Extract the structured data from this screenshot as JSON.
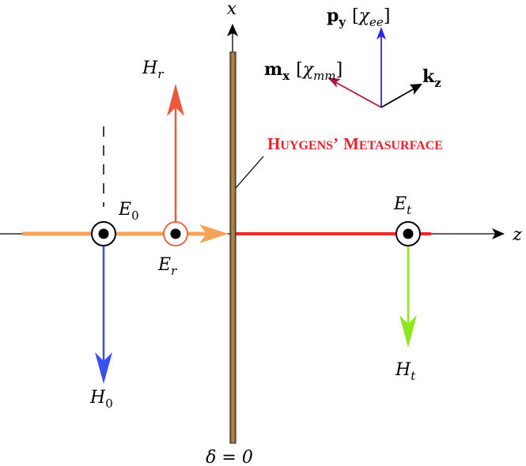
{
  "colors": {
    "incident_beam": "#f5a25a",
    "transmitted_beam": "#ee2b2b",
    "reflected_H": "#f0573a",
    "incident_H": "#3a4ff0",
    "transmitted_H": "#8be81e",
    "metasurface": "#9a7444",
    "metasurface_edge": "#3b2a14",
    "label_red": "#e8232a",
    "p_arrow": "#2a2ae8",
    "m_arrow": "#b01b3a",
    "k_arrow": "#000000"
  },
  "labels": {
    "x_axis": "x",
    "z_axis": "z",
    "Hr": {
      "main": "H",
      "sub": "r"
    },
    "E0": {
      "main": "E",
      "sub": "0"
    },
    "Er": {
      "main": "E",
      "sub": "r"
    },
    "H0": {
      "main": "H",
      "sub": "0"
    },
    "Et": {
      "main": "E",
      "sub": "t"
    },
    "Ht": {
      "main": "H",
      "sub": "t"
    },
    "metasurface": {
      "word1_cap": "H",
      "word1_rest": "UYGENS",
      "apostrophe": "’",
      "word2_cap": "M",
      "word2_rest": "ETASURFACE"
    },
    "delta": "δ = 0",
    "py": {
      "main": "p",
      "sub": "y",
      "chi": "χ",
      "chi_sub": "ee",
      "bracket_open": "[",
      "bracket_close": "]"
    },
    "mx": {
      "main": "m",
      "sub": "x",
      "chi": "χ",
      "chi_sub": "mm",
      "bracket_open": "[",
      "bracket_close": "]"
    },
    "kz": {
      "main": "k",
      "sub": "z"
    }
  }
}
